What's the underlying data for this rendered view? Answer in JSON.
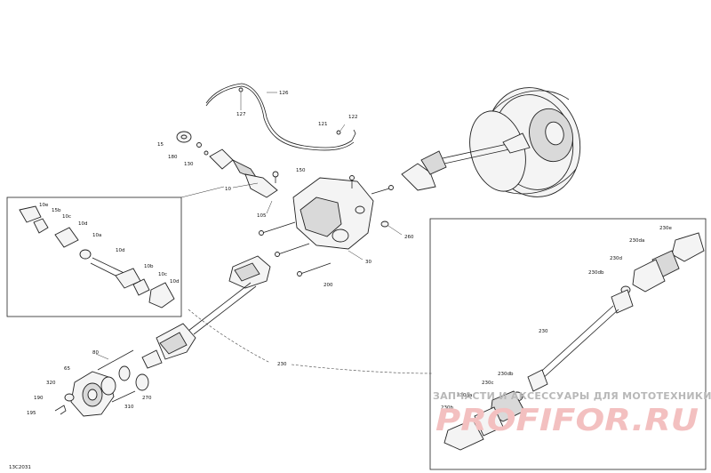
{
  "figure_id": "13C2031",
  "labels": {
    "l126": "126",
    "l127": "127",
    "l121": "121",
    "l122": "122",
    "l15": "15",
    "l180": "180",
    "l130": "130",
    "l150": "150",
    "l10": "10",
    "l105": "105",
    "l260": "260",
    "l30": "30",
    "l200": "200",
    "l10e": "10e",
    "l15b": "15b",
    "l10c_a": "10c",
    "l10d_a": "10d",
    "l10a": "10a",
    "l10d_b": "10d",
    "l10b": "10b",
    "l10c_b": "10c",
    "l10d_c": "10d",
    "l230": "230",
    "l230_main": "230",
    "l230e": "230e",
    "l230da_top": "230da",
    "l230d": "230d",
    "l230db_top": "230db",
    "l230_inner": "230",
    "l230db_bot": "230db",
    "l230c": "230c",
    "l230da_bot": "230da",
    "l230b": "230b",
    "l80": "80",
    "l65": "65",
    "l320": "320",
    "l190": "190",
    "l195": "195",
    "l270": "270",
    "l310": "310"
  },
  "watermark": {
    "line1": "ЗАПЧАСТИ И АКСЕССУАРЫ ДЛЯ МОТОТЕХНИКИ",
    "logo": "PROFIFOR.RU"
  },
  "colors": {
    "line": "#222222",
    "watermark_text": "#b8b8b8",
    "watermark_logo": "#f3c0c0"
  }
}
